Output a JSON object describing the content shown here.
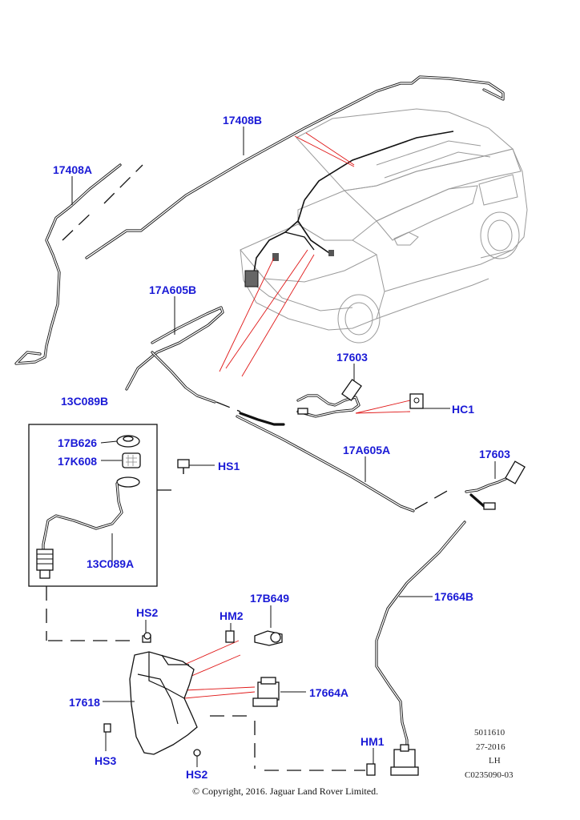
{
  "callouts": {
    "c17408B": "17408B",
    "c17408A": "17408A",
    "c17A605B": "17A605B",
    "c17603_top": "17603",
    "cHC1": "HC1",
    "c13C089B": "13C089B",
    "c17B626": "17B626",
    "c17K608": "17K608",
    "cHS1": "HS1",
    "c17A605A": "17A605A",
    "c17603_right": "17603",
    "c13C089A": "13C089A",
    "c17B649": "17B649",
    "c17664B": "17664B",
    "cHS2_top": "HS2",
    "cHM2": "HM2",
    "c17618": "17618",
    "c17664A": "17664A",
    "cHS3": "HS3",
    "cHS2_bottom": "HS2",
    "cHM1": "HM1"
  },
  "meta": {
    "line1": "5011610",
    "line2": "27-2016",
    "line3": "LH",
    "line4": "C0235090-03"
  },
  "copyright": "© Copyright, 2016. Jaguar Land Rover Limited.",
  "colors": {
    "callout": "#1a1ad6",
    "highlight_lines": "#e01818",
    "vehicle_outline": "#9a9a9a"
  }
}
